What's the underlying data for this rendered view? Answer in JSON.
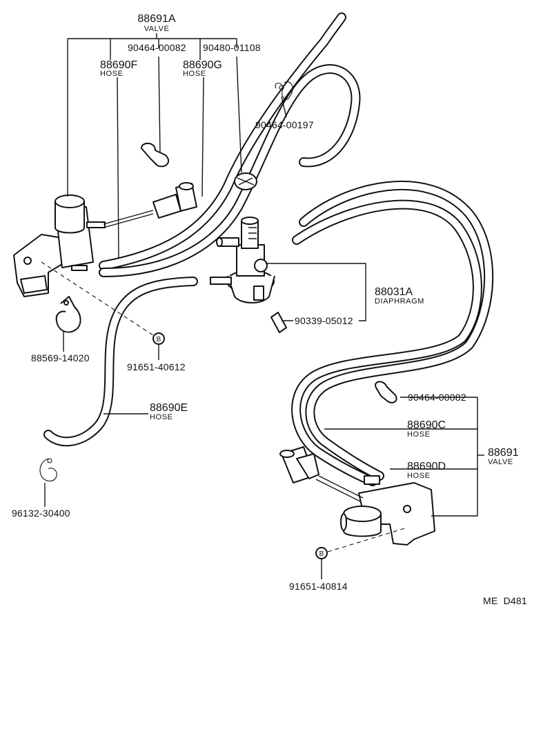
{
  "parts": {
    "valve_a": {
      "number": "88691A",
      "name": "VALVE"
    },
    "clip_a": {
      "number": "90464-00082"
    },
    "connector_a": {
      "number": "90480-01108"
    },
    "hose_f": {
      "number": "88690F",
      "name": "HOSE"
    },
    "hose_g": {
      "number": "88690G",
      "name": "HOSE"
    },
    "clip_b": {
      "number": "90464-00197"
    },
    "diaphragm": {
      "number": "88031A",
      "name": "DIAPHRAGM"
    },
    "pin": {
      "number": "90339-05012"
    },
    "clamp": {
      "number": "88569-14020"
    },
    "bolt_a": {
      "number": "91651-40612",
      "symbol": "B"
    },
    "hose_e": {
      "number": "88690E",
      "name": "HOSE"
    },
    "clip_c": {
      "number": "96132-30400"
    },
    "clip_d": {
      "number": "90464-00082"
    },
    "hose_c": {
      "number": "88690C",
      "name": "HOSE"
    },
    "valve_b": {
      "number": "88691",
      "name": "VALVE"
    },
    "hose_d": {
      "number": "88690D",
      "name": "HOSE"
    },
    "bolt_b": {
      "number": "91651-40814",
      "symbol": "B"
    }
  },
  "drawing_code": "ME  D481"
}
